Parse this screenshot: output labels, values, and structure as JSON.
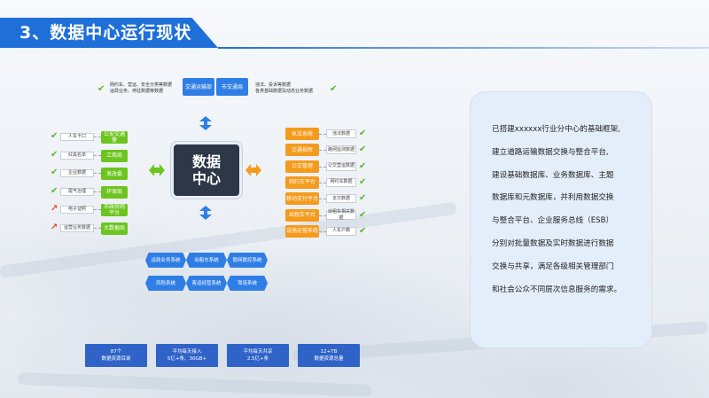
{
  "header": {
    "title": "3、数据中心运行现状"
  },
  "colors": {
    "primary_blue": "#2f7ee6",
    "header_blue": "#1f6fd8",
    "green": "#6cc51f",
    "orange": "#f59a1b",
    "core": "#2d3748",
    "stat_blue": "#2f63c8",
    "panel_bg": "#e4eefb"
  },
  "top": {
    "left_text": [
      "网约车、营运、安全分类等数据",
      "运政业务、停驻数据等数据"
    ],
    "center_boxes": [
      "交通运输部",
      "市交通局"
    ],
    "right_text": [
      "违法、投诉等数据",
      "各类基础数据及动态业务数据"
    ]
  },
  "core": {
    "line1": "数据",
    "line2": "中心"
  },
  "left_items": [
    {
      "source": "人车卡口",
      "target": "公安交通警",
      "status": "ok"
    },
    {
      "source": "红黑名单",
      "target": "工商局",
      "status": "ok"
    },
    {
      "source": "企业数据",
      "target": "发改委",
      "status": "ok"
    },
    {
      "source": "尾气治理",
      "target": "环保局",
      "status": "ok"
    },
    {
      "source": "电子证照",
      "target": "市政府网平台",
      "status": "pending"
    },
    {
      "source": "运营业务数据",
      "target": "大数据局",
      "status": "pending"
    }
  ],
  "right_items": [
    {
      "system": "执法系统",
      "data": "违法数据",
      "status": "ok"
    },
    {
      "system": "交通指挥",
      "data": "路网监测数据",
      "status": "ok"
    },
    {
      "system": "公交管理",
      "data": "公交营运数据",
      "status": "ok"
    },
    {
      "system": "网约车平台",
      "data": "网约车数据",
      "status": "ok"
    },
    {
      "system": "移动支付平台",
      "data": "支付数据",
      "status": "ok"
    },
    {
      "system": "出租车平台",
      "data": "出租车相关数据",
      "status": "ok"
    },
    {
      "system": "设施运营系统",
      "data": "人车户籍",
      "status": "ok"
    }
  ],
  "bottom_systems": [
    "运政业务系统",
    "出租车系统",
    "联网联控系统",
    "风险系统",
    "客运经营系统",
    "驾培系统"
  ],
  "stats": [
    {
      "line1": "87个",
      "line2": "数据资源目录"
    },
    {
      "line1": "平均每天接入",
      "line2": "5亿+条、30GB+"
    },
    {
      "line1": "平均每天共享",
      "line2": "2.5亿+条"
    },
    {
      "line1": "12+TB",
      "line2": "数据资源总量"
    }
  ],
  "panel": {
    "lines": [
      "已搭建xxxxxx行业分中心的基础框架,",
      "建立道路运输数据交换与整合平台,",
      "建设基础数据库、业务数据库、主题",
      "数据库和元数据库，并利用数据交换",
      "与整合平台、企业服务总线（ESB）",
      "分别对批量数据及实时数据进行数据",
      "交换与共享，满足各级相关管理部门",
      "和社会公众不同层次信息服务的需求。"
    ]
  }
}
